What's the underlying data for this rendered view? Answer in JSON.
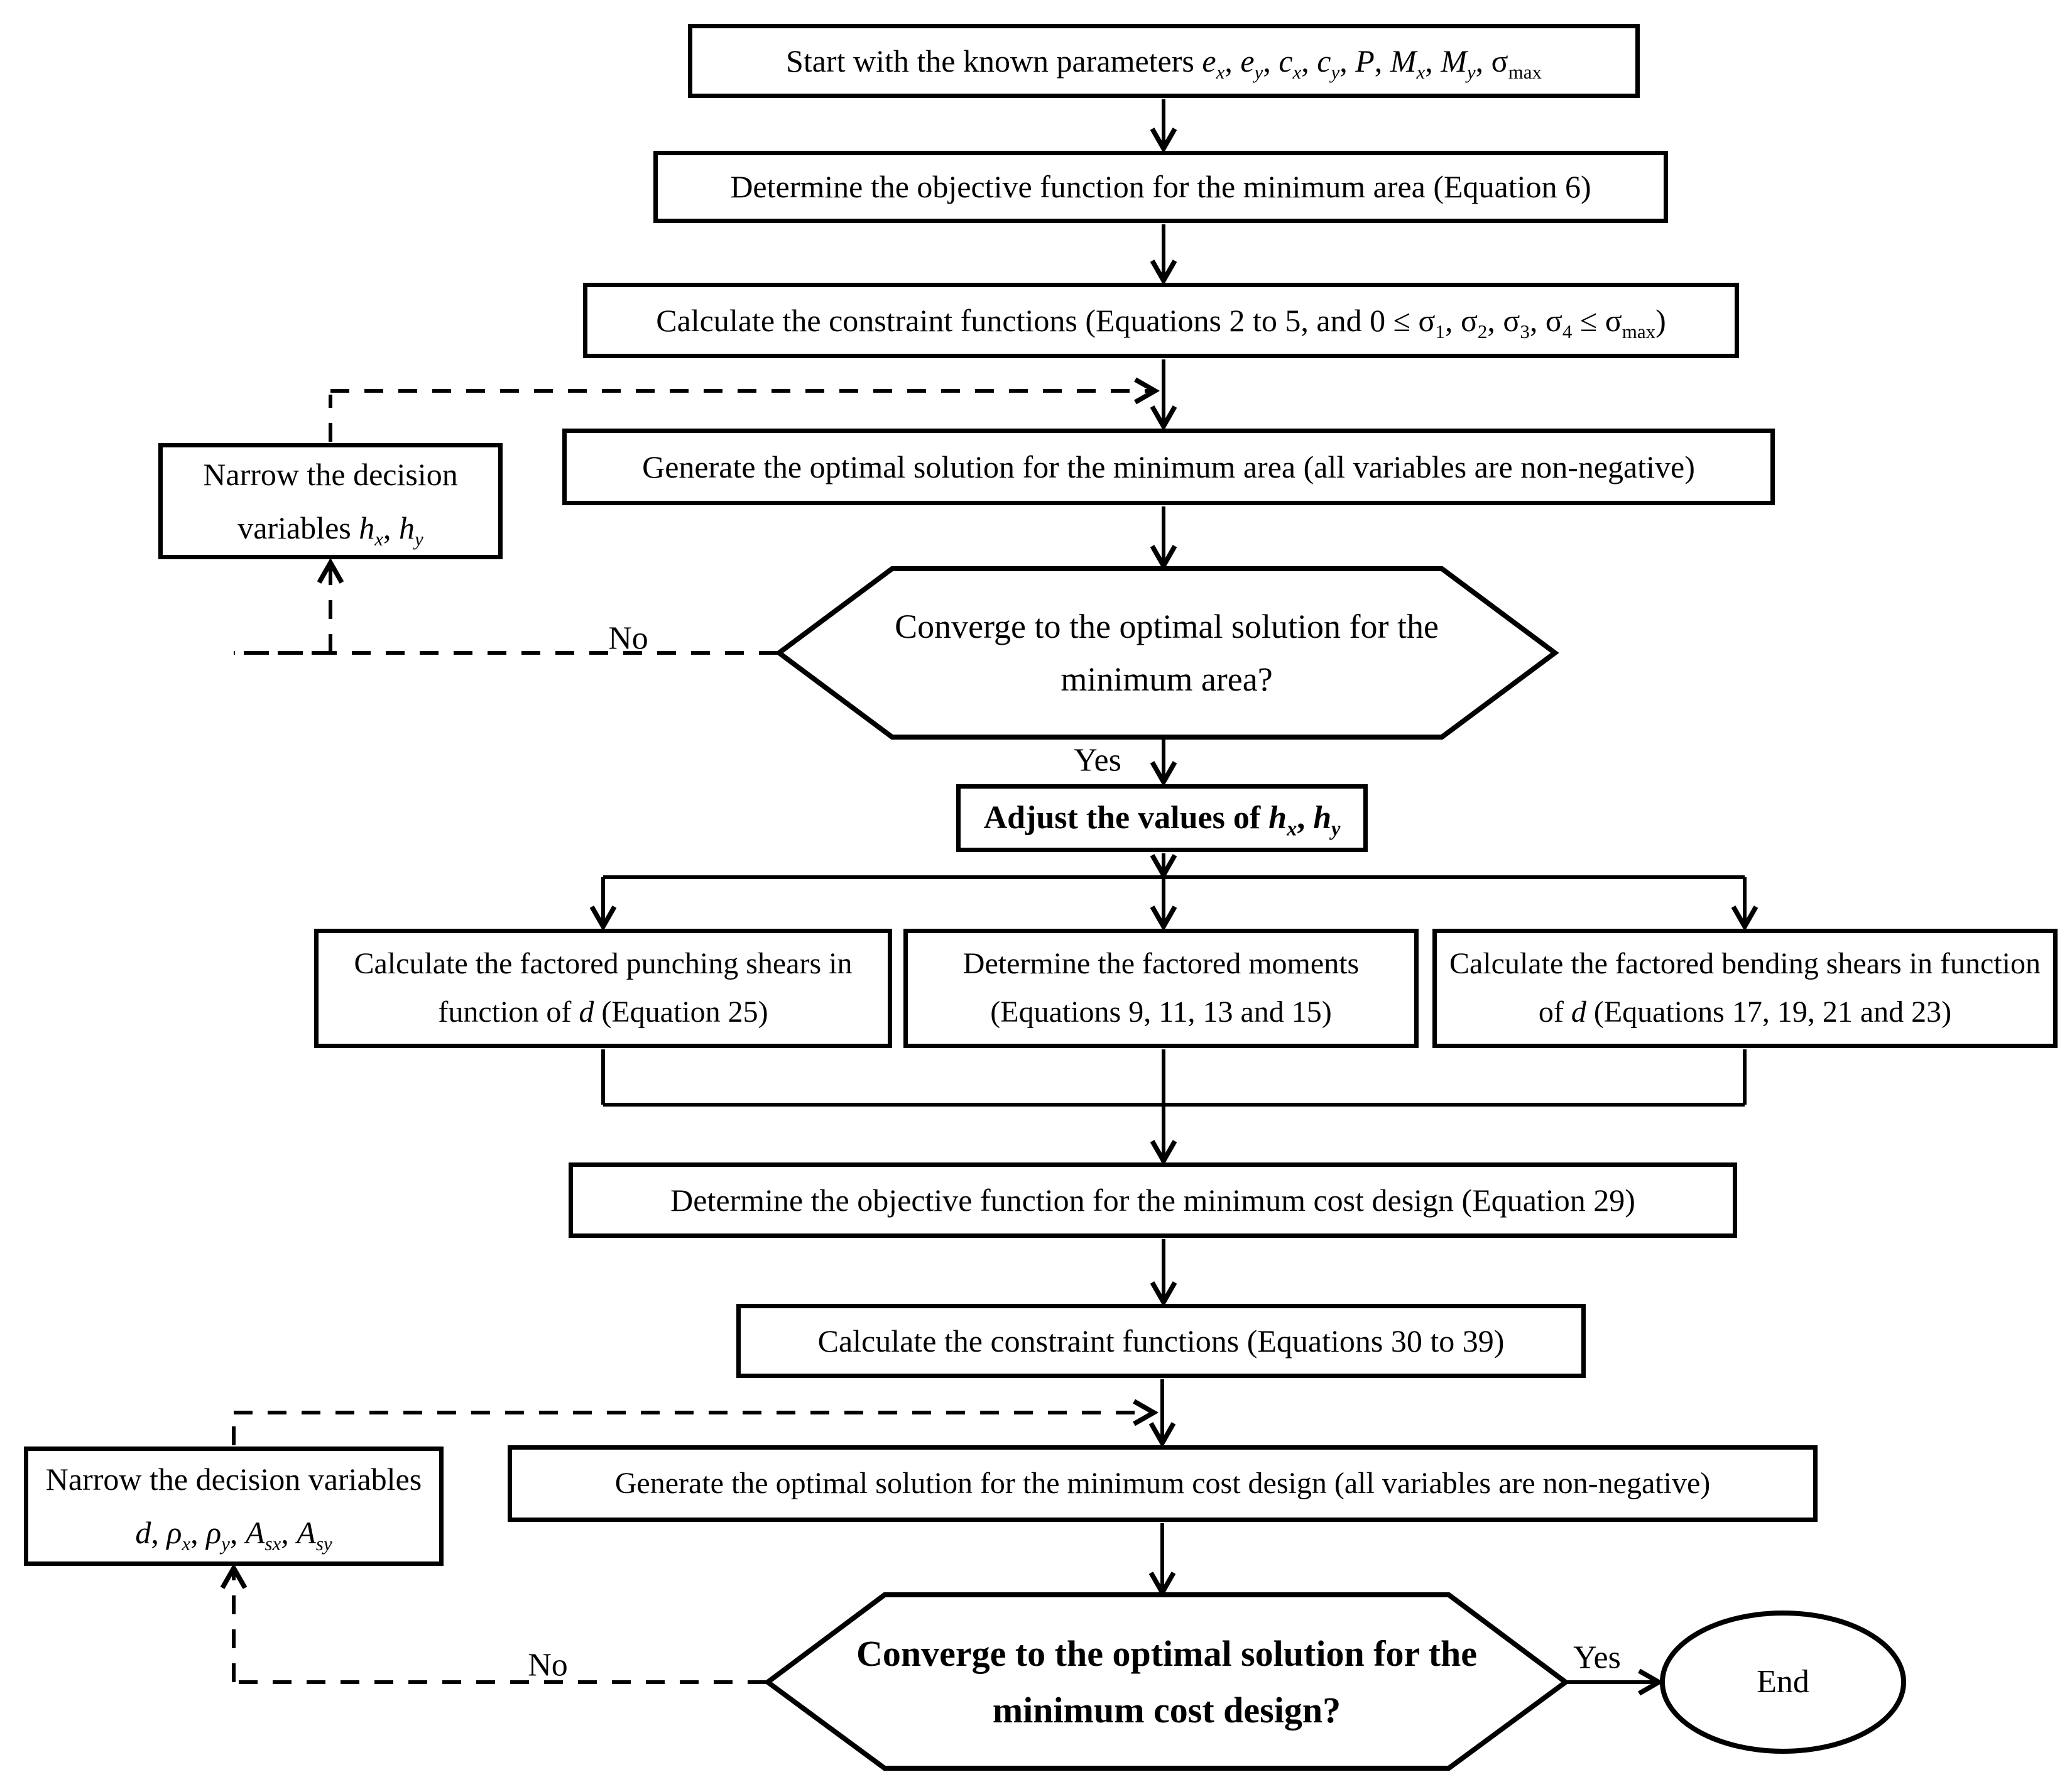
{
  "diagram": {
    "background_color": "#ffffff",
    "line_color": "#000000",
    "nodes": {
      "start": "Start with the known parameters *e*{*x*}, *e*{*y*}, *c*{*x*}, *c*{*y*}, *P*, *M*{*x*}, *M*{*y*}, σ{max}",
      "objective_area": "Determine the objective function for the minimum area (Equation 6)",
      "constraints_area": "Calculate the constraint functions (Equations 2 to 5, and 0 ≤ σ{1}, σ{2}, σ{3}, σ{4} ≤ σ{max})",
      "generate_area": "Generate the optimal solution for the minimum area (all variables are non-negative)",
      "narrow_area": "Narrow the decision variables *h*{*x*}, *h*{*y*}",
      "converge_area": "Converge to the optimal solution for the minimum area?",
      "adjust": "Adjust the values of *h*{*x*}, *h*{*y*}",
      "punching": "Calculate the factored punching shears in function of *d* (Equation 25)",
      "moments": "Determine the factored moments (Equations 9, 11, 13 and 15)",
      "bending": "Calculate the factored bending shears in function of *d* (Equations 17, 19, 21 and 23)",
      "objective_cost": "Determine the objective function for the minimum cost design (Equation 29)",
      "constraints_cost": "Calculate the constraint functions (Equations 30 to 39)",
      "narrow_cost": "Narrow the decision variables *d*, *ρ*{*x*}, *ρ*{*y*}, *A*{*sx*}, *A*{*sy*}",
      "generate_cost": "Generate the optimal solution for the minimum cost design (all variables are non-negative)",
      "converge_cost": "Converge to the optimal solution for the minimum cost design?",
      "end": "End"
    },
    "labels": {
      "yes_area": "Yes",
      "no_area": "No",
      "yes_cost": "Yes",
      "no_cost": "No"
    }
  }
}
